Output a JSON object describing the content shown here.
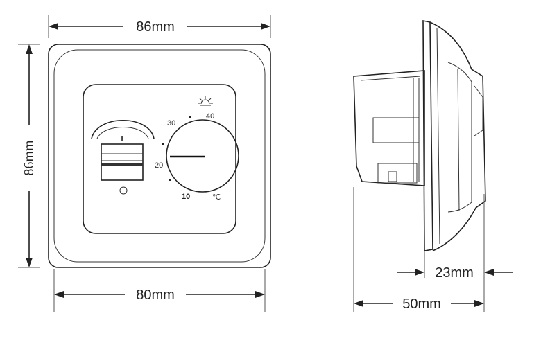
{
  "dimensions": {
    "top_width": "86mm",
    "left_height": "86mm",
    "bottom_width": "80mm",
    "side_depth": "23mm",
    "side_total": "50mm"
  },
  "dial": {
    "scale_labels": [
      "30",
      "40",
      "20",
      "10"
    ],
    "unit": "℃"
  },
  "switch": {
    "on_mark": "I"
  },
  "icons": {
    "sun": "sun-icon",
    "indicator": "indicator-light-icon"
  }
}
